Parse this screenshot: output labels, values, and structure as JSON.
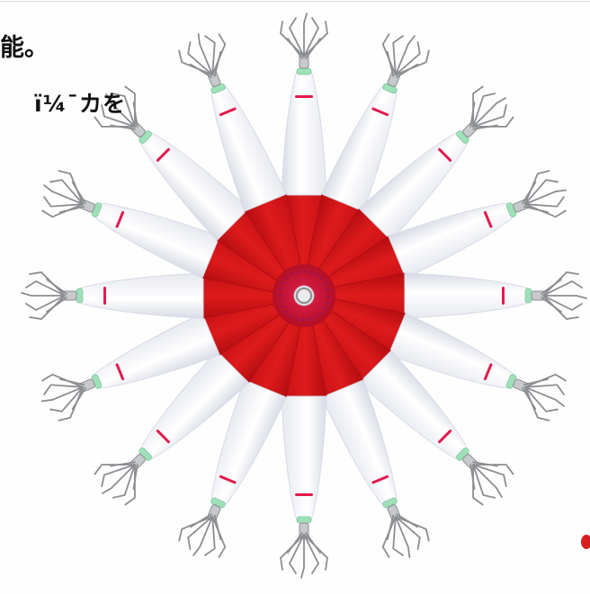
{
  "text": {
    "line_1": "能。",
    "line_2": "ï¼¯カを"
  },
  "lure": {
    "count": 16
  },
  "colors": {
    "body_white": "#f2f3f7",
    "body_shadow": "#d8dbe6",
    "red": "#d81818",
    "red_dark": "#b40d12",
    "band": "#e21a4d",
    "teal": "#9fe0b8",
    "metal": "#8b8d91",
    "metal_light": "#c7c9cd",
    "purple_ring": "#a31757"
  }
}
